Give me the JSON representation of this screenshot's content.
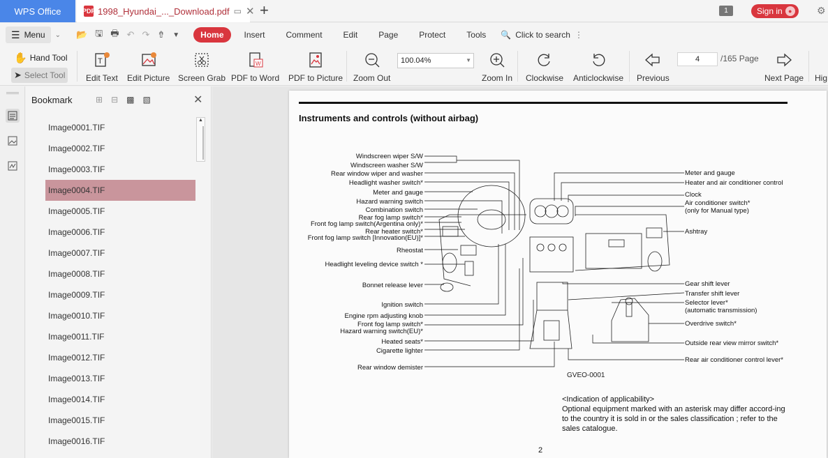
{
  "titlebar": {
    "app_tab": "WPS Office",
    "doc_tab": "1998_Hyundai_..._Download.pdf",
    "pdf_badge": "PDF",
    "window_count": "1",
    "signin": "Sign in"
  },
  "menubar": {
    "menu_label": "Menu",
    "items": [
      "Home",
      "Insert",
      "Comment",
      "Edit",
      "Page",
      "Protect",
      "Tools"
    ],
    "search": "Click to search"
  },
  "ribbon": {
    "hand_tool": "Hand Tool",
    "select_tool": "Select Tool",
    "edit_text": "Edit Text",
    "edit_picture": "Edit Picture",
    "screen_grab": "Screen Grab",
    "pdf_to_word": "PDF to Word",
    "pdf_to_picture": "PDF to Picture",
    "zoom_out": "Zoom Out",
    "zoom_value": "100.04%",
    "zoom_in": "Zoom In",
    "clockwise": "Clockwise",
    "anticlockwise": "Anticlockwise",
    "previous": "Previous",
    "page_current": "4",
    "page_total": "/165 Page",
    "next_page": "Next Page",
    "highlight": "Hig"
  },
  "bookmark": {
    "title": "Bookmark",
    "items": [
      "Image0001.TIF",
      "Image0002.TIF",
      "Image0003.TIF",
      "Image0004.TIF",
      "Image0005.TIF",
      "Image0006.TIF",
      "Image0007.TIF",
      "Image0008.TIF",
      "Image0009.TIF",
      "Image0010.TIF",
      "Image0011.TIF",
      "Image0012.TIF",
      "Image0013.TIF",
      "Image0014.TIF",
      "Image0015.TIF",
      "Image0016.TIF"
    ],
    "selected_index": 3
  },
  "document": {
    "heading": "Instruments and controls (without airbag)",
    "left_labels": [
      "Windscreen wiper S/W",
      "Windscreen washer S/W",
      "Rear window wiper and washer",
      "Headlight washer switch*",
      "Meter and gauge",
      "Hazard warning switch",
      "Combination switch",
      "Rear fog lamp switch*",
      "Front fog lamp switch(Argentina only)*",
      "Rear heater switch*",
      "Front fog lamp switch [Innovation(EU)]*",
      "Rheostat",
      "Headlight leveling device switch *",
      "Bonnet release lever",
      "Ignition switch",
      "Engine rpm adjusting knob",
      "Front fog lamp switch*",
      "Hazard warning switch(EU)*",
      "Heated seats*",
      "Cigarette lighter",
      "Rear window demister"
    ],
    "right_labels": [
      "Meter and gauge",
      "Heater  and air conditioner control",
      "Clock",
      "Air conditioner switch*",
      "(only for Manual type)",
      "Ashtray",
      "Gear shift lever",
      "Transfer shift lever",
      "Selector lever*",
      "(automatic transmission)",
      "Overdrive switch*",
      "Outside rear view mirror switch*",
      "Rear air conditioner control lever*"
    ],
    "figure_code": "GVEO-0001",
    "note_title": "<Indication of applicability>",
    "note_body": "Optional equipment marked with an asterisk may differ accord-ing to the country it is sold in or the sales classification ; refer to the sales catalogue.",
    "page_number": "2"
  },
  "colors": {
    "accent": "#d9363e",
    "app_tab": "#4a86e8",
    "bookmark_selected": "#c9959c"
  }
}
